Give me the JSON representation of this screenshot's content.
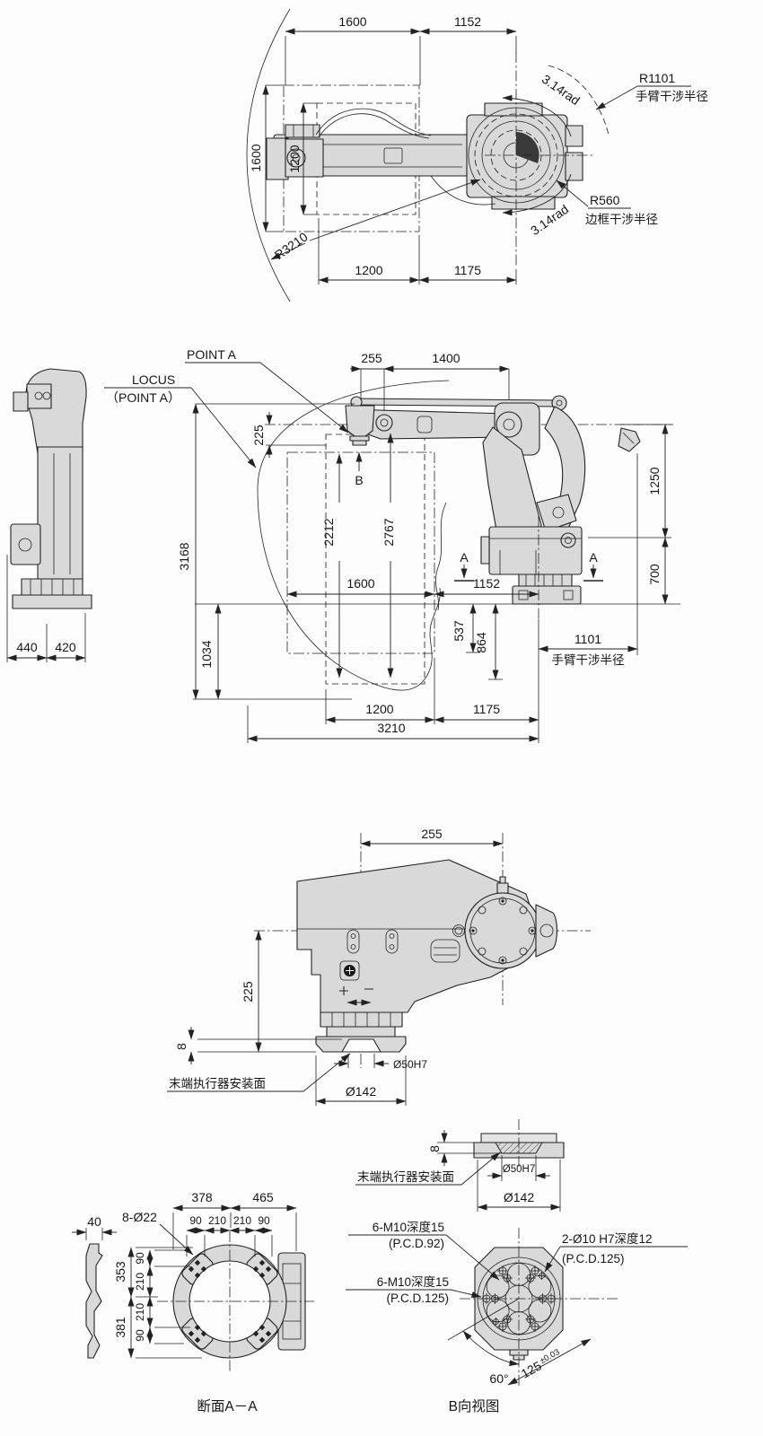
{
  "top_view": {
    "dim_1600_top": "1600",
    "dim_1152_top": "1152",
    "dim_1600_left": "1600",
    "dim_1200_left": "1200",
    "rotation_cw": "3.14rad",
    "rotation_ccw": "3.14rad",
    "arm_radius_value": "R1101",
    "arm_radius_label": "手臂干涉半径",
    "frame_radius_value": "R560",
    "frame_radius_label": "边框干涉半径",
    "envelope_radius": "R3210",
    "dim_1200_bottom": "1200",
    "dim_1175_bottom": "1175"
  },
  "front_view": {
    "point_a_label": "POINT A",
    "locus_label_1": "LOCUS",
    "locus_label_2": "（POINT A）",
    "point_b_label": "B",
    "section_a_left": "A",
    "section_a_right": "A",
    "dim_255": "255",
    "dim_1400": "1400",
    "dim_225": "225",
    "dim_2212": "2212",
    "dim_2767": "2767",
    "dim_3168": "3168",
    "dim_1600": "1600",
    "dim_1152": "1152",
    "dim_1034": "1034",
    "dim_537": "537",
    "dim_864": "864",
    "dim_1250": "1250",
    "dim_700": "700",
    "dim_1101": "1101",
    "arm_radius_label": "手臂干涉半径",
    "dim_440": "440",
    "dim_420": "420",
    "dim_1200": "1200",
    "dim_1175": "1175",
    "dim_3210": "3210"
  },
  "wrist_view": {
    "dim_255": "255",
    "dim_225": "225",
    "dim_8": "8",
    "mount_face_label": "末端执行器安装面",
    "dia_50": "Ø50H7",
    "dia_142": "Ø142"
  },
  "flange_section": {
    "dim_8": "8",
    "mount_face_label": "末端执行器安装面",
    "dia_50": "Ø50H7",
    "dia_142": "Ø142"
  },
  "section_aa": {
    "title": "断面A－A",
    "dim_40": "40",
    "holes_label": "8-Ø22",
    "dim_378": "378",
    "dim_465": "465",
    "top_chain": [
      "90",
      "210",
      "210",
      "90"
    ],
    "dim_353": "353",
    "dim_381": "381",
    "left_chain": [
      "90",
      "210",
      "210",
      "90"
    ]
  },
  "view_b": {
    "title": "B向视图",
    "thread1_line1": "6-M10深度15",
    "thread1_line2": "(P.C.D.92)",
    "thread2_line1": "6-M10深度15",
    "thread2_line2": "(P.C.D.125)",
    "dowel_line1": "2-Ø10 H7深度12",
    "dowel_line2": "(P.C.D.125)",
    "angle_60": "60°",
    "dim_125": "125",
    "dim_125_tol": "±0.03"
  }
}
